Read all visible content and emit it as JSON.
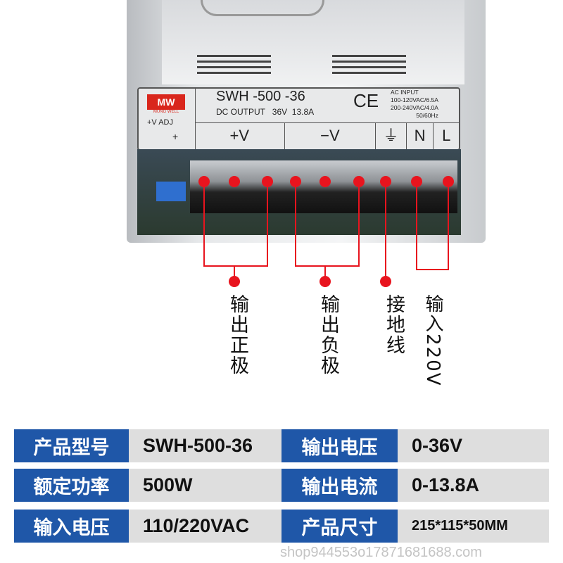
{
  "label": {
    "brand": "MW",
    "brand_sub": "MUNG WELL",
    "model": "SWH -500 -36",
    "dc_output": "DC OUTPUT   36V  13.8A",
    "ce": "CE",
    "ac_input": [
      "AC INPUT",
      "100-120VAC/6.5A",
      "200-240VAC/4.0A",
      "50/60Hz"
    ],
    "adj": "+V ADJ",
    "adj_plus": "+",
    "terminals": [
      "+V",
      "−V",
      "⏚",
      "N",
      "L"
    ]
  },
  "callouts": [
    "输出正极",
    "输出负极",
    "接地线",
    "输入220V"
  ],
  "specs": [
    {
      "k1": "产品型号",
      "v1": "SWH-500-36",
      "k2": "输出电压",
      "v2": "0-36V"
    },
    {
      "k1": "额定功率",
      "v1": "500W",
      "k2": "输出电流",
      "v2": "0-13.8A"
    },
    {
      "k1": "输入电压",
      "v1": "110/220VAC",
      "k2": "产品尺寸",
      "v2": "215*115*50MM"
    }
  ],
  "watermark": "shop944553o17871681688.com",
  "colors": {
    "header": "#1f57a8",
    "value_bg": "#dedede",
    "callout": "#e8141e"
  }
}
